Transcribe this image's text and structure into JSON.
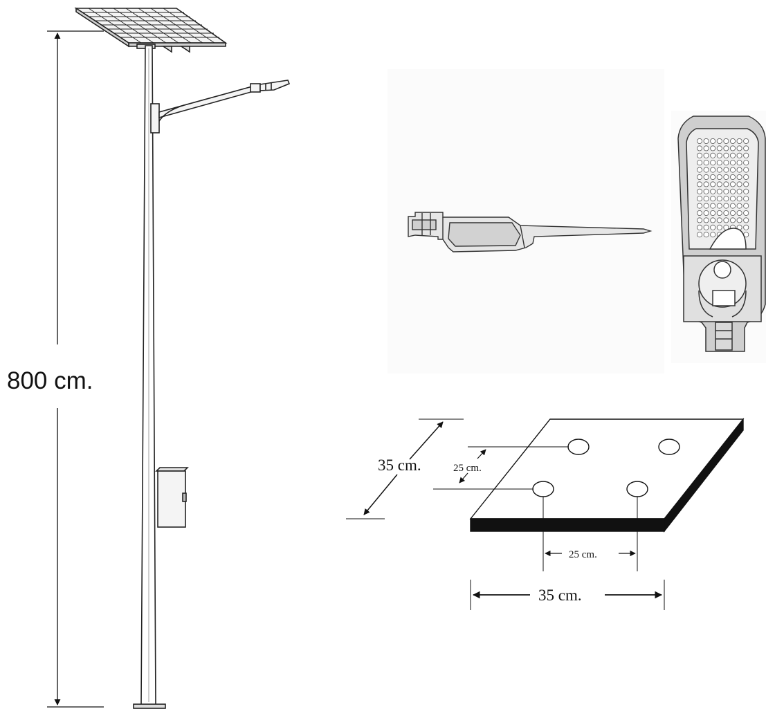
{
  "pole_height_label": "800 cm.",
  "base_plate": {
    "outer_depth_label": "35 cm.",
    "inner_depth_label": "25 cm.",
    "inner_width_label": "25 cm.",
    "outer_width_label": "35 cm."
  },
  "colors": {
    "line": "#111111",
    "fill_light": "#f2f2f2",
    "fill_grey": "#d9d9d9",
    "fill_dark": "#9a9a9a"
  }
}
